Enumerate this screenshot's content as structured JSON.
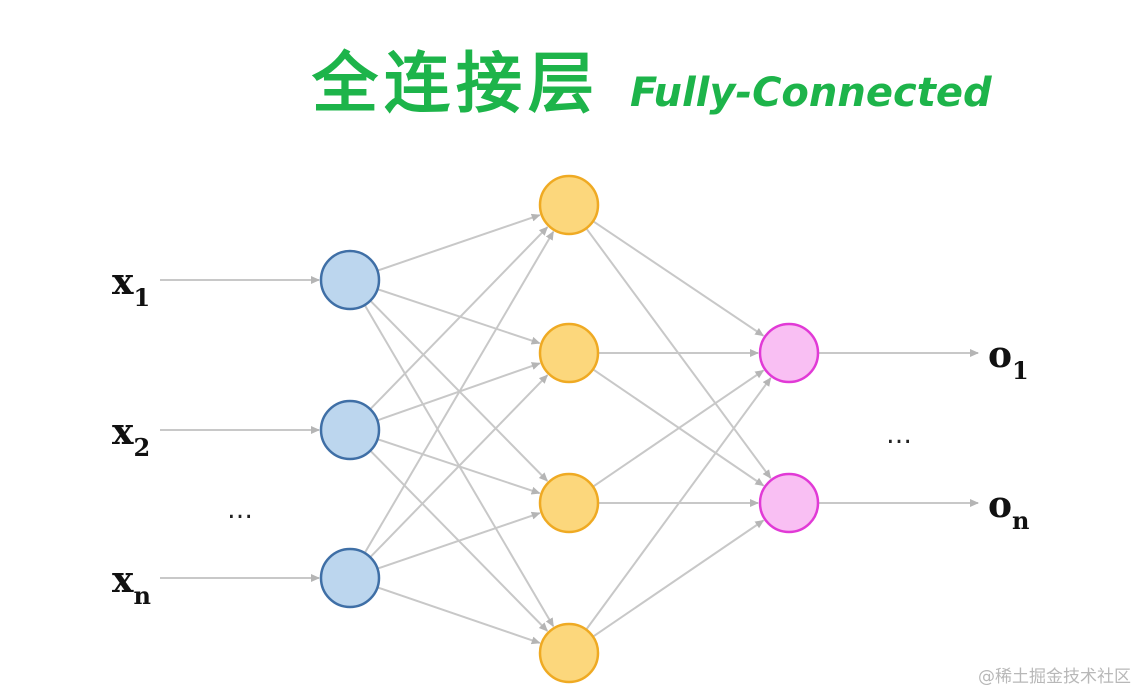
{
  "title": {
    "cn": "全连接层",
    "en": "Fully-Connected"
  },
  "colors": {
    "title": "#1db44a",
    "input_fill": "#bcd6ee",
    "input_stroke": "#3f6fa6",
    "hidden_fill": "#fcd77c",
    "hidden_stroke": "#efaa23",
    "output_fill": "#f9bff3",
    "output_stroke": "#e13ad6",
    "edge": "#c8c8c8"
  },
  "layers": {
    "input": {
      "count": 3
    },
    "hidden": {
      "count": 4
    },
    "output": {
      "count": 2
    }
  },
  "labels": {
    "inputs": [
      {
        "base": "x",
        "sub": "1"
      },
      {
        "base": "x",
        "sub": "2"
      },
      {
        "base": "x",
        "sub": "n"
      }
    ],
    "outputs": [
      {
        "base": "o",
        "sub": "1"
      },
      {
        "base": "o",
        "sub": "n"
      }
    ],
    "input_ellipsis": "…",
    "output_ellipsis": "…"
  },
  "watermark": "@稀土掘金技术社区"
}
